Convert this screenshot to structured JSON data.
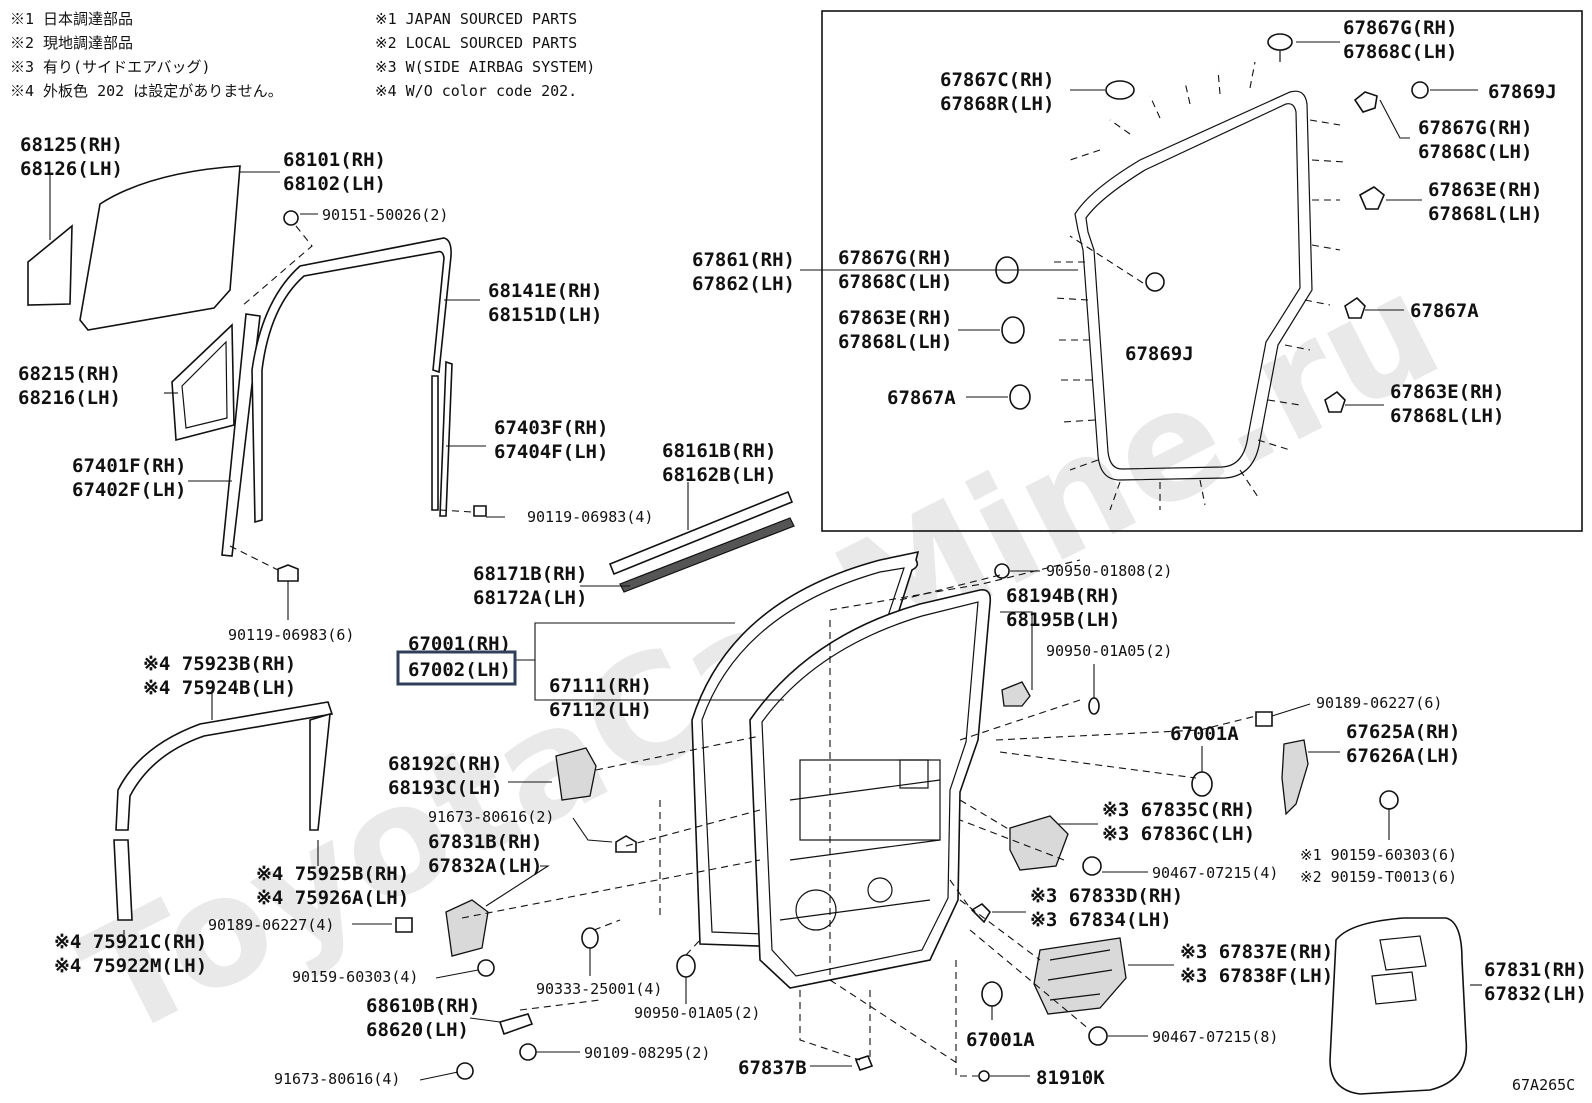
{
  "notes_jp": [
    "※1 日本調達部品",
    "※2 現地調達部品",
    "※3 有り(サイドエアバッグ)",
    "※4 外板色  202  は設定がありません。"
  ],
  "notes_en": [
    "※1 JAPAN SOURCED PARTS",
    "※2 LOCAL SOURCED PARTS",
    "※3 W(SIDE AIRBAG SYSTEM)",
    "※4 W/O color code 202."
  ],
  "watermark": "ToyotaCarMine.ru",
  "diagram_code": "67A265C",
  "highlight": "67002(LH)",
  "labels": {
    "l68125": "68125(RH)",
    "l68126": "68126(LH)",
    "l68101": "68101(RH)",
    "l68102": "68102(LH)",
    "l90151": "90151-50026(2)",
    "l68141": "68141E(RH)",
    "l68151": "68151D(LH)",
    "l68215": "68215(RH)",
    "l68216": "68216(LH)",
    "l67403": "67403F(RH)",
    "l67404": "67404F(LH)",
    "l67401": "67401F(RH)",
    "l67402": "67402F(LH)",
    "l68161": "68161B(RH)",
    "l68162": "68162B(LH)",
    "l90119a": "90119-06983(4)",
    "l68171": "68171B(RH)",
    "l68172": "68172A(LH)",
    "l90119b": "90119-06983(6)",
    "l67001": "67001(RH)",
    "l67002": "67002(LH)",
    "l67111": "67111(RH)",
    "l67112": "67112(LH)",
    "l75923": "※4 75923B(RH)",
    "l75924": "※4 75924B(LH)",
    "l68192": "68192C(RH)",
    "l68193": "68193C(LH)",
    "l91673a": "91673-80616(2)",
    "l67831b": "67831B(RH)",
    "l67832a": "67832A(LH)",
    "l75925": "※4 75925B(RH)",
    "l75926": "※4 75926A(LH)",
    "l90189a": "90189-06227(4)",
    "l75921": "※4 75921C(RH)",
    "l75922": "※4 75922M(LH)",
    "l90159a": "90159-60303(4)",
    "l68610": "68610B(RH)",
    "l68620": "68620(LH)",
    "l90333": "90333-25001(4)",
    "l90950c": "90950-01A05(2)",
    "l90109": "90109-08295(2)",
    "l91673b": "91673-80616(4)",
    "l67837b": "67837B",
    "l81910": "81910K",
    "l67001a2": "67001A",
    "l90467b": "90467-07215(8)",
    "l67837e": "※3 67837E(RH)",
    "l67838f": "※3 67838F(LH)",
    "l67831": "67831(RH)",
    "l67832": "67832(LH)",
    "l67833": "※3 67833D(RH)",
    "l67834": "※3 67834(LH)",
    "l90467a": "90467-07215(4)",
    "l90159b": "※1 90159-60303(6)",
    "l90159c": "※2 90159-T0013(6)",
    "l67835": "※3 67835C(RH)",
    "l67836": "※3 67836C(LH)",
    "l67001a1": "67001A",
    "l67625": "67625A(RH)",
    "l67626": "67626A(LH)",
    "l90189b": "90189-06227(6)",
    "l90950a": "90950-01808(2)",
    "l68194": "68194B(RH)",
    "l68195": "68195B(LH)",
    "l90950b": "90950-01A05(2)",
    "l67861": "67861(RH)",
    "l67862": "67862(LH)",
    "b67867c": "67867C(RH)",
    "b67868r": "67868R(LH)",
    "b67867g1": "67867G(RH)",
    "b67868c1": "67868C(LH)",
    "b67869j1": "67869J",
    "b67867g2": "67867G(RH)",
    "b67868c2": "67868C(LH)",
    "b67863e1": "67863E(RH)",
    "b67868l1": "67868L(LH)",
    "b67867g3": "67867G(RH)",
    "b67868c3": "67868C(LH)",
    "b67863e2": "67863E(RH)",
    "b67868l2": "67868L(LH)",
    "b67869j2": "67869J",
    "b67867a1": "67867A",
    "b67867a2": "67867A",
    "b67863e3": "67863E(RH)",
    "b67868l3": "67868L(LH)"
  }
}
